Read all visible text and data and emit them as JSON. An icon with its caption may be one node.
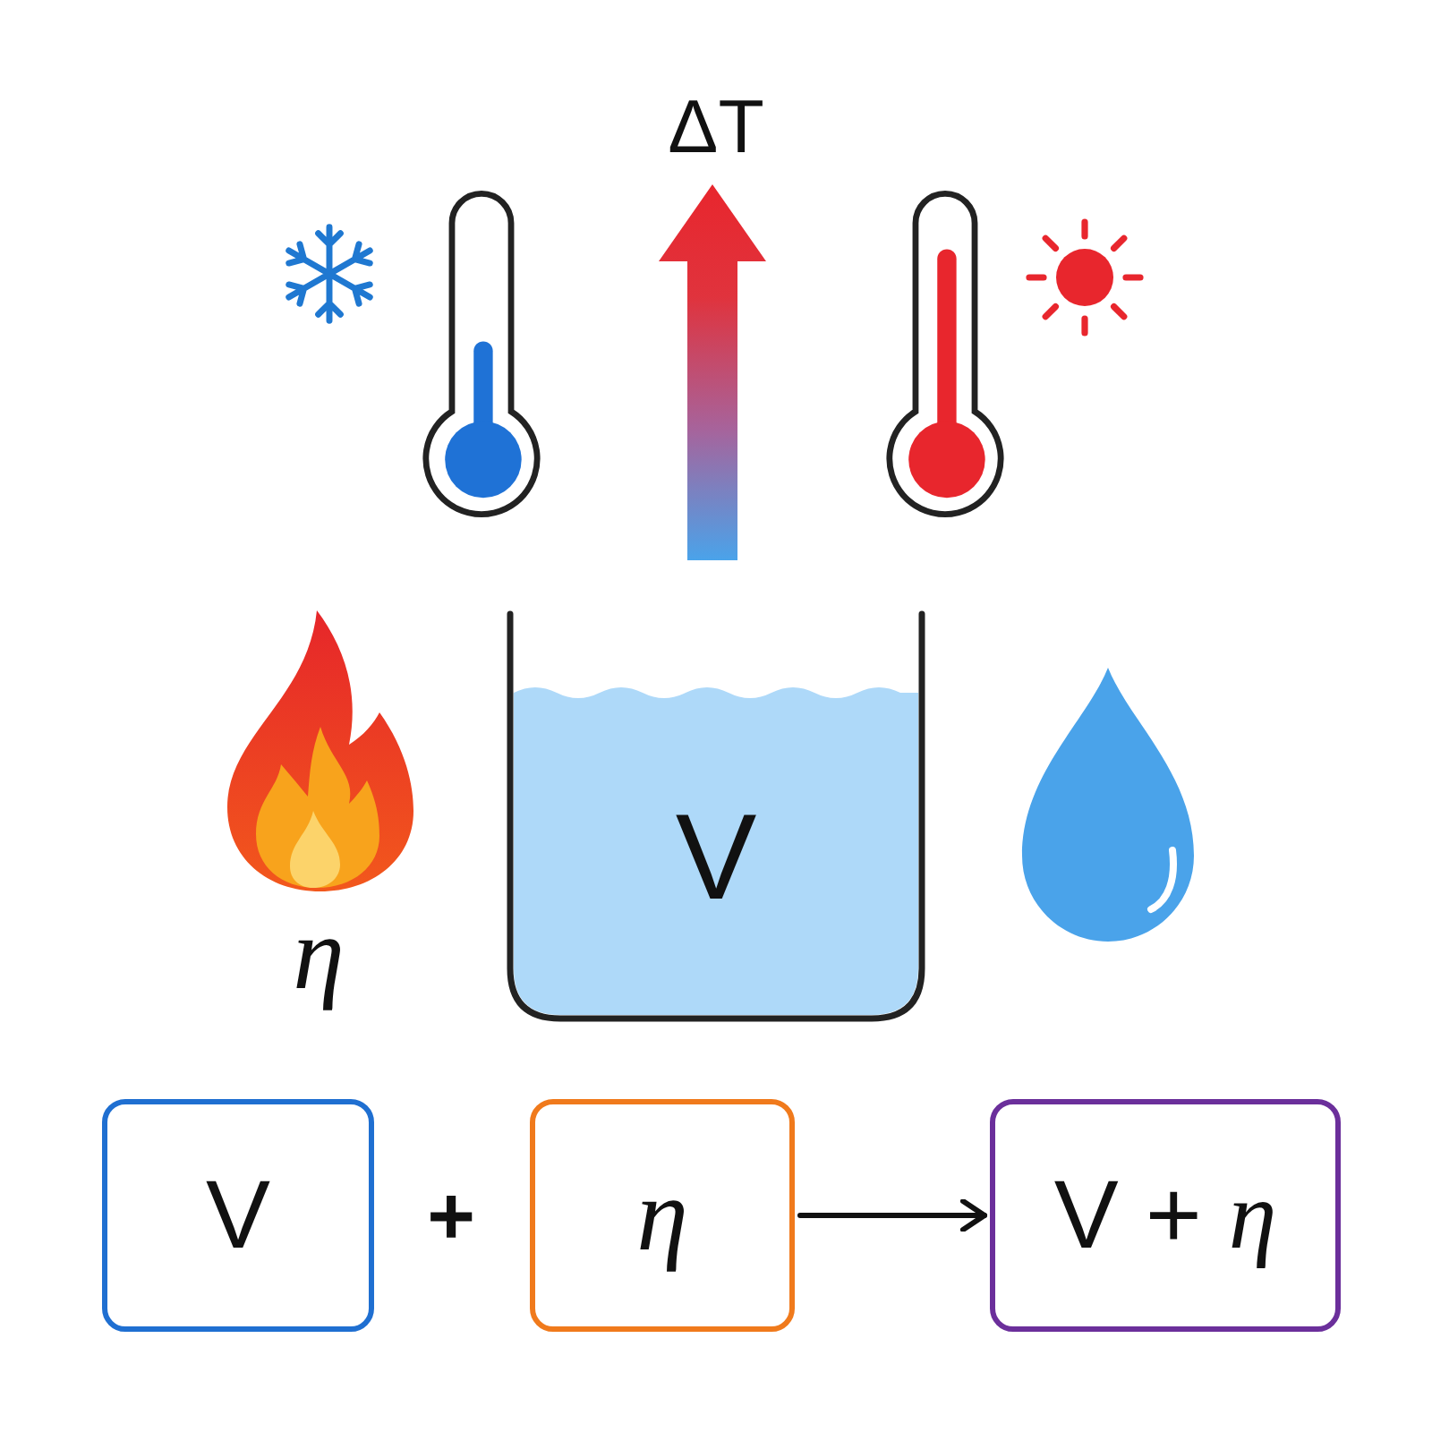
{
  "diagram": {
    "nodes": [
      {
        "text": [
          "V"
        ]
      },
      {
        "text": [
          "V"
        ]
      },
      {
        "text": [
          "η"
        ]
      },
      {
        "text": [
          "V + *η*"
        ]
      }
    ],
    "edges": [
      {
        "from": 2,
        "to": 3,
        "arrow": "to"
      }
    ],
    "labels": [
      "ΔT",
      "η",
      "+"
    ]
  }
}
